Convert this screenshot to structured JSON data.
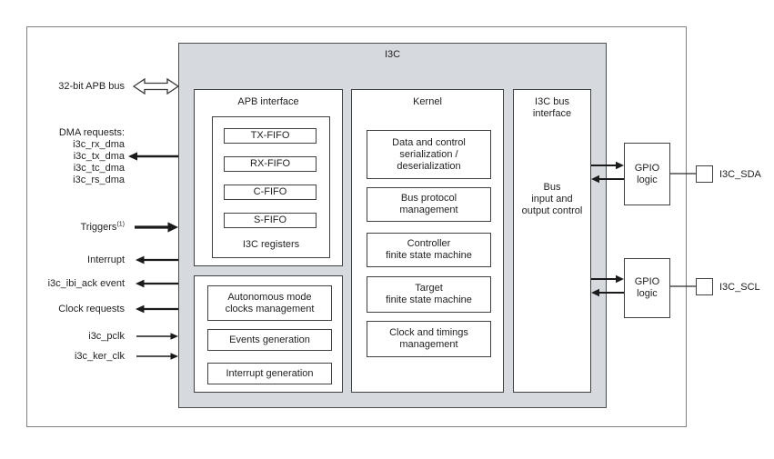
{
  "colors": {
    "block_fill": "#d6dadf",
    "border_dark": "#3e4043",
    "border_outer": "#7d7f82",
    "arrow": "#1b1b1b",
    "text": "#1f1f1f"
  },
  "i3c_block": {
    "title": "I3C"
  },
  "left_labels": {
    "apb_bus": "32-bit APB bus",
    "dma_header": "DMA requests:",
    "dma_items": [
      "i3c_rx_dma",
      "i3c_tx_dma",
      "i3c_tc_dma",
      "i3c_rs_dma"
    ],
    "triggers": "Triggers",
    "triggers_sup": "(1)",
    "interrupt": "Interrupt",
    "ibi_ack": "i3c_ibi_ack event",
    "clock_requests": "Clock requests",
    "pclk": "i3c_pclk",
    "ker_clk": "i3c_ker_clk"
  },
  "apb_interface": {
    "title": "APB interface",
    "fifos": [
      "TX-FIFO",
      "RX-FIFO",
      "C-FIFO",
      "S-FIFO"
    ],
    "registers_label": "I3C registers"
  },
  "clocks_block": {
    "autonomous": "Autonomous mode\nclocks management",
    "events": "Events generation",
    "interrupt_gen": "Interrupt generation"
  },
  "kernel": {
    "title": "Kernel",
    "blocks": [
      "Data and control\nserialization /\ndeserialization",
      "Bus protocol\nmanagement",
      "Controller\nfinite state machine",
      "Target\nfinite state machine",
      "Clock and timings\nmanagement"
    ]
  },
  "bus_interface": {
    "title": "I3C bus\ninterface",
    "body": "Bus\ninput and\noutput control"
  },
  "gpio_top": {
    "label": "GPIO\nlogic",
    "pad_label": "I3C_SDA"
  },
  "gpio_bottom": {
    "label": "GPIO\nlogic",
    "pad_label": "I3C_SCL"
  }
}
